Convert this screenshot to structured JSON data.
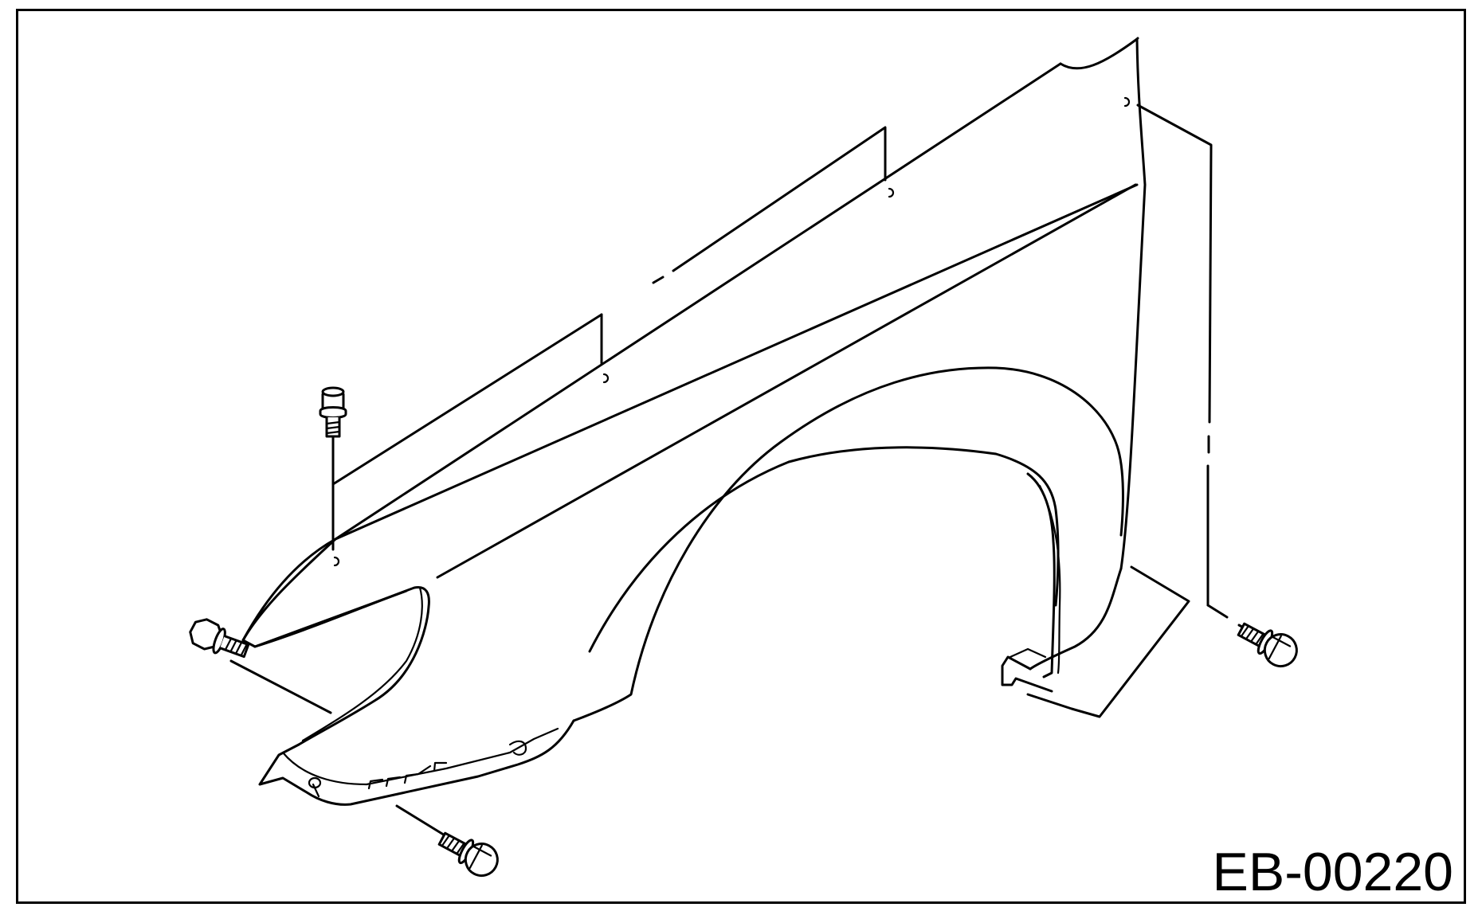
{
  "figure": {
    "code": "EB-00220",
    "parts": [
      {
        "name": "front-fender-panel"
      },
      {
        "name": "top-bolt"
      },
      {
        "name": "front-left-bolt"
      },
      {
        "name": "bottom-bolt"
      },
      {
        "name": "rear-bolt"
      }
    ]
  }
}
